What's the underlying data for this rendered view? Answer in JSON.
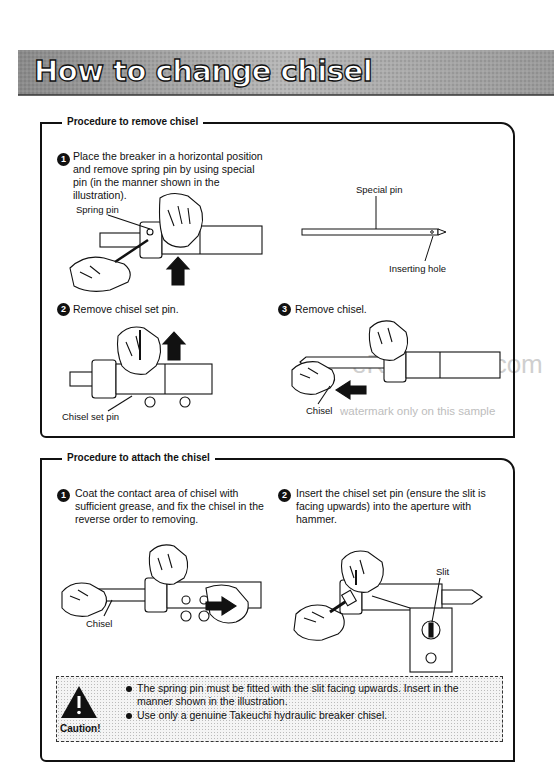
{
  "diagram": {
    "title": "How to change chisel",
    "nodes": [
      {
        "text": [
          "Procedure to remove chisel"
        ]
      },
      {
        "text": [
          "Procedure to attach the chisel"
        ]
      },
      {
        "text": [
          "Caution!",
          "The spring pin must be fitted with the slit facing upwards. Insert in the manner shown in the illustration.",
          "Use only a genuine Takeuchi hydraulic breaker chisel."
        ],
        "in": 1
      }
    ],
    "labels": [
      "1",
      "Place the breaker in a horizontal position and remove spring pin by using special pin (in the manner shown in the illustration).",
      "Spring pin",
      "Special pin",
      "Inserting hole",
      "2",
      "Remove chisel set pin.",
      "3",
      "Remove chisel.",
      "Chisel set pin",
      "Chisel",
      "1",
      "Coat the contact area of chisel with sufficient grease, and fix the chisel in the reverse order to removing.",
      "2",
      "Insert the chisel set pin (ensure the slit is facing upwards) into the aperture with hammer.",
      "Chisel",
      "Slit",
      "eRepairInfo.com",
      "watermark only on this sample"
    ]
  }
}
